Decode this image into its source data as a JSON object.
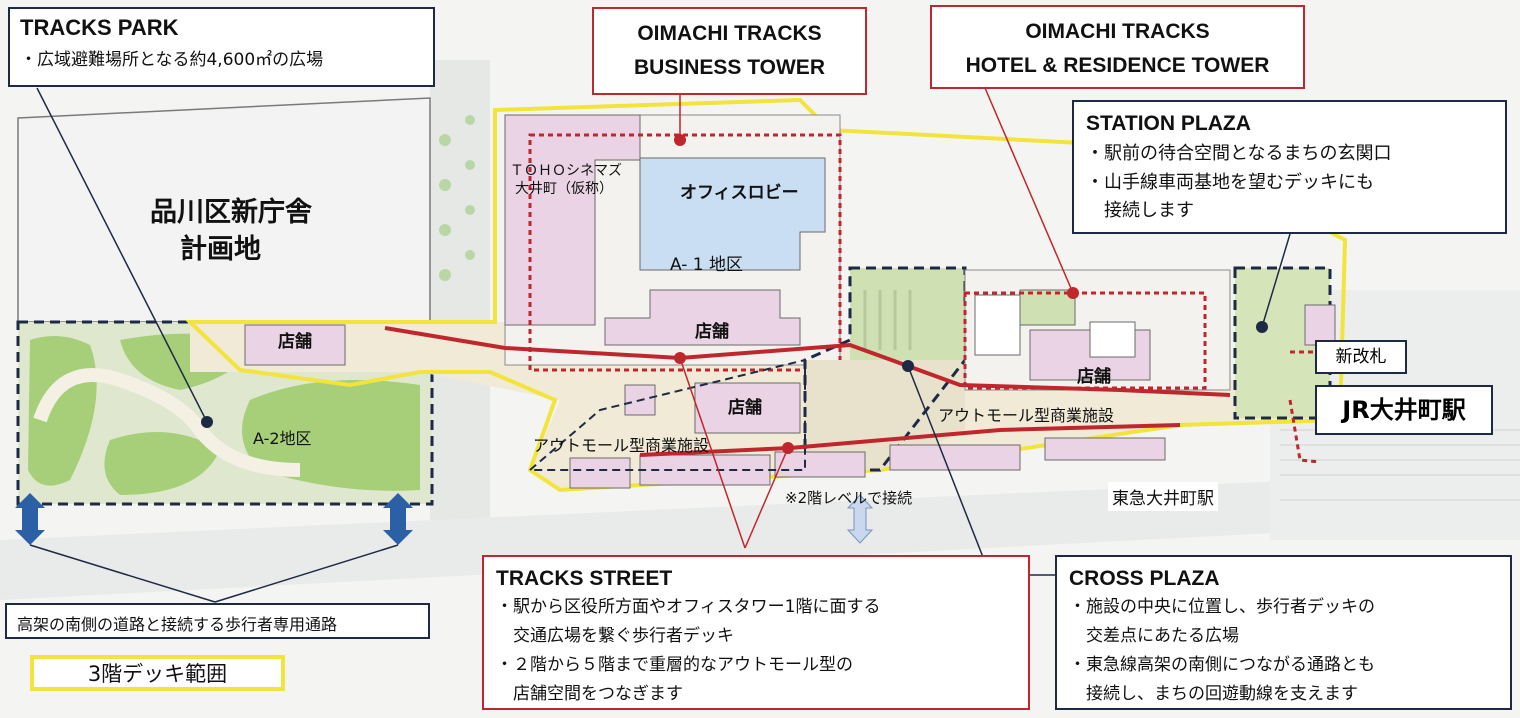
{
  "callouts": {
    "tracks_park": {
      "title": "TRACKS PARK",
      "lines": [
        "・広域避難場所となる約4,600㎡の広場"
      ]
    },
    "business_tower": {
      "lines": [
        "OIMACHI TRACKS",
        "BUSINESS TOWER"
      ]
    },
    "hotel_tower": {
      "lines": [
        "OIMACHI TRACKS",
        "HOTEL & RESIDENCE TOWER"
      ]
    },
    "station_plaza": {
      "title": "STATION PLAZA",
      "lines": [
        "・駅前の待合空間となるまちの玄関口",
        "・山手線車両基地を望むデッキにも",
        "　接続します"
      ]
    },
    "tracks_street": {
      "title": "TRACKS STREET",
      "lines": [
        "・駅から区役所方面やオフィスタワー1階に面する",
        "　交通広場を繋ぐ歩行者デッキ",
        "・２階から５階まで重層的なアウトモール型の",
        "　店舗空間をつなぎます"
      ]
    },
    "cross_plaza": {
      "title": "CROSS PLAZA",
      "lines": [
        "・施設の中央に位置し、歩行者デッキの",
        "　交差点にあたる広場",
        "・東急線高架の南側につながる通路とも",
        "　接続し、まちの回遊動線を支えます"
      ]
    },
    "pedestrian": {
      "lines": [
        "高架の南側の道路と接続する歩行者専用通路"
      ]
    },
    "deck_range": {
      "lines": [
        "3階デッキ範囲"
      ]
    }
  },
  "map_labels": {
    "city_hall": "品川区新庁舎",
    "city_hall_2": "計画地",
    "toho_1": "ＴＯＨＯシネマズ",
    "toho_2": "大井町（仮称）",
    "office_lobby": "オフィスロビー",
    "a1": "A- 1 地区",
    "a2": "A-2地区",
    "shop_1": "店舗",
    "shop_2": "店舗",
    "shop_3": "店舗",
    "shop_4": "店舗",
    "outmall_1": "アウトモール型商業施設",
    "outmall_2": "アウトモール型商業施設",
    "level2_note": "※2階レベルで接続",
    "new_gate": "新改札",
    "jr_station": "JR大井町駅",
    "tokyu_station": "東急大井町駅"
  },
  "colors": {
    "callout_red": "#c0262d",
    "callout_navy": "#1e2a44",
    "deck_yellow": "#f2e43a",
    "park_green": "#a7cf7a",
    "shop_pink": "#e9d3e4",
    "office_blue": "#c9def2",
    "arrow_blue": "#2b5fa6"
  },
  "icons": [
    "navy-dot-icon",
    "red-dot-icon",
    "double-arrow-icon"
  ]
}
